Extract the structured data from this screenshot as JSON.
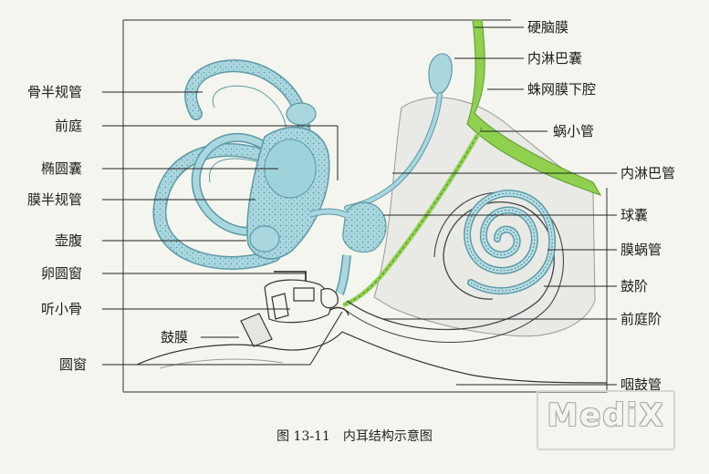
{
  "labels": {
    "gu_ban_gui_guan": "骨半规管",
    "qian_ting": "前庭",
    "tuo_yuan_nang": "椭圆囊",
    "mo_ban_gui_guan": "膜半规管",
    "hu_fu": "壶腹",
    "luan_yuan_chuang": "卵圆窗",
    "ting_xiao_gu": "听小骨",
    "gu_mo": "鼓膜",
    "yuan_chuang": "圆窗",
    "ying_nao_mo": "硬脑膜",
    "nei_lin_ba_nang": "内淋巴囊",
    "zhu_wang_mo_xia_qiang": "蛛网膜下腔",
    "wo_xiao_guan": "蜗小管",
    "nei_lin_ba_guan": "内淋巴管",
    "qiu_nang": "球囊",
    "mo_wo_guan": "膜蜗管",
    "gu_jie": "鼓阶",
    "qian_ting_jie": "前庭阶",
    "yan_gu_guan": "咽鼓管"
  },
  "caption": "图 13-11　内耳结构示意图",
  "watermark": "MediX",
  "colors": {
    "membranous": "#a9d6df",
    "membranous_stroke": "#5c9aa6",
    "bone_region": "#e9e9e5",
    "dura_green": "#8fd14f",
    "line": "#2a2a2a",
    "background": "#f4f5ee"
  }
}
